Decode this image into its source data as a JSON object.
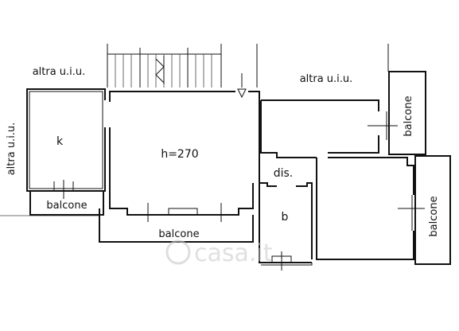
{
  "rooms": {
    "kitchen": "k",
    "living": "h=270",
    "disimpegno": "dis.",
    "bath": "b"
  },
  "neighbors": {
    "top_left": "altra u.i.u.",
    "top_right": "altra u.i.u.",
    "left_vertical": "altra u.i.u."
  },
  "balconies": {
    "kitchen": "balcone",
    "living": "balcone",
    "bedroom_top": "balcone",
    "bedroom_bottom": "balcone"
  },
  "watermark": "casa.it",
  "colors": {
    "wall": "#111111",
    "background": "#ffffff",
    "watermark": "#c8c8c8"
  }
}
